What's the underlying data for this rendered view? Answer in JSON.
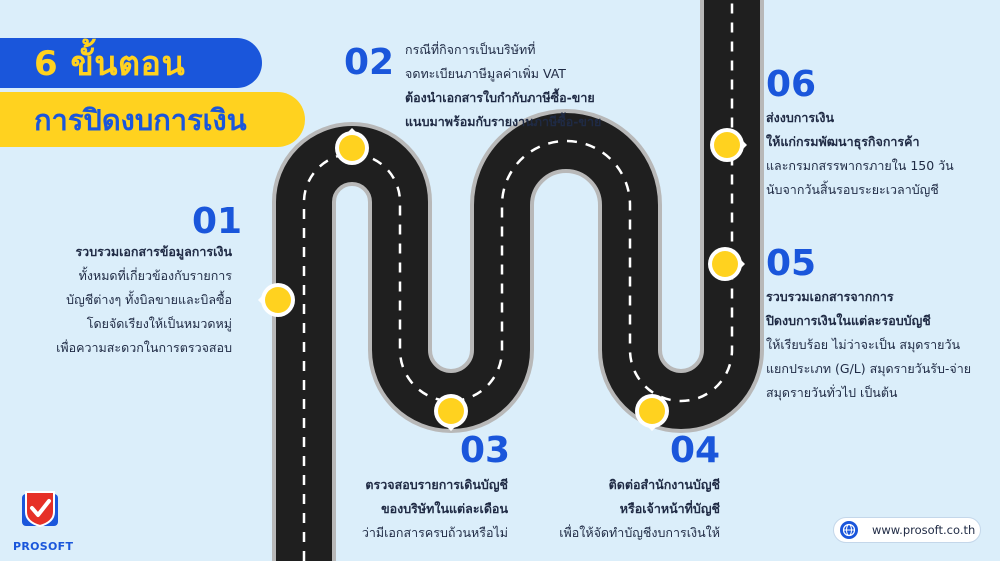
{
  "title": {
    "line1": "6 ขั้นตอน",
    "line2": "การปิดงบการเงิน"
  },
  "steps": [
    {
      "number": "01",
      "lines": [
        {
          "text": "รวบรวมเอกสารข้อมูลการเงิน",
          "bold": true
        },
        {
          "text": "ทั้งหมดที่เกี่ยวข้องกับรายการ",
          "bold": false
        },
        {
          "text": "บัญชีต่างๆ ทั้งบิลขายและบิลซื้อ",
          "bold": false
        },
        {
          "text": "โดยจัดเรียงให้เป็นหมวดหมู่",
          "bold": false
        },
        {
          "text": "เพื่อความสะดวกในการตรวจสอบ",
          "bold": false
        }
      ]
    },
    {
      "number": "02",
      "lines": [
        {
          "text": "กรณีที่กิจการเป็นบริษัทที่",
          "bold": false
        },
        {
          "text": "จดทะเบียนภาษีมูลค่าเพิ่ม VAT",
          "bold": false
        },
        {
          "text": "ต้องนำเอกสารใบกำกับภาษีซื้อ-ขาย",
          "bold": true
        },
        {
          "text": "แนบมาพร้อมกับรายงานภาษีซื้อ-ขาย",
          "bold": true
        }
      ]
    },
    {
      "number": "03",
      "lines": [
        {
          "text": "ตรวจสอบรายการเดินบัญชี",
          "bold": true
        },
        {
          "text": "ของบริษัทในแต่ละเดือน",
          "bold": true
        },
        {
          "text": "ว่ามีเอกสารครบถ้วนหรือไม่",
          "bold": false
        }
      ]
    },
    {
      "number": "04",
      "lines": [
        {
          "text": "ติดต่อสำนักงานบัญชี",
          "bold": true
        },
        {
          "text": "หรือเจ้าหน้าที่บัญชี",
          "bold": true
        },
        {
          "text": "เพื่อให้จัดทำบัญชีงบการเงินให้",
          "bold": false
        }
      ]
    },
    {
      "number": "05",
      "lines": [
        {
          "text": "รวบรวมเอกสารจากการ",
          "bold": true
        },
        {
          "text": "ปิดงบการเงินในแต่ละรอบบัญชี",
          "bold": true
        },
        {
          "text": "ให้เรียบร้อย ไม่ว่าจะเป็น สมุดรายวัน",
          "bold": false
        },
        {
          "text": "แยกประเภท (G/L) สมุดรายวันรับ-จ่าย",
          "bold": false
        },
        {
          "text": "สมุดรายวันทั่วไป เป็นต้น",
          "bold": false
        }
      ]
    },
    {
      "number": "06",
      "lines": [
        {
          "text": "ส่งงบการเงิน",
          "bold": true
        },
        {
          "text": "ให้แก่กรมพัฒนาธุรกิจการค้า",
          "bold": true
        },
        {
          "text": "และกรมกสรรพากรภายใน 150 วัน",
          "bold": false
        },
        {
          "text": "นับจากวันสิ้นรอบระยะเวลาบัญชี",
          "bold": false
        }
      ]
    }
  ],
  "brand": {
    "name": "PROSOFT",
    "website": "www.prosoft.co.th"
  },
  "colors": {
    "background": "#dbeefa",
    "blue": "#1a56db",
    "yellow": "#ffd21f",
    "road": "#1f1f1f",
    "road_edge": "#b8b8b8"
  }
}
